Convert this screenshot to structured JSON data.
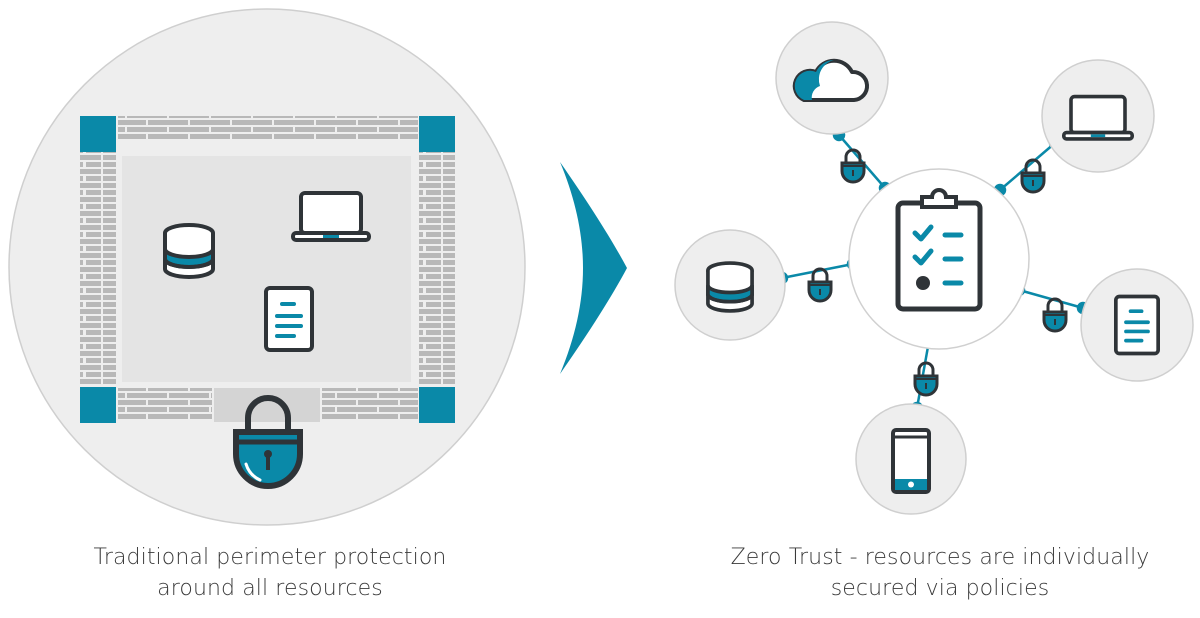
{
  "captions": {
    "traditional_line1": "Traditional perimeter protection",
    "traditional_line2": "around all resources",
    "zerotrust_line1": "Zero Trust - resources are individually",
    "zerotrust_line2": "secured via policies"
  },
  "colors": {
    "accent": "#0a89a8",
    "dark": "#2f3438",
    "circle_fill": "#eeeeee",
    "wall_brick": "#b8b8b8",
    "inner_area": "#e4e4e4",
    "corner_block": "#0a89a8"
  },
  "icons": {
    "left_panel": [
      "database-icon",
      "laptop-icon",
      "document-icon",
      "padlock-icon"
    ],
    "right_panel": [
      "cloud-icon",
      "laptop-icon",
      "database-icon",
      "clipboard-checklist-icon",
      "document-icon",
      "smartphone-icon",
      "padlock-icon"
    ]
  }
}
